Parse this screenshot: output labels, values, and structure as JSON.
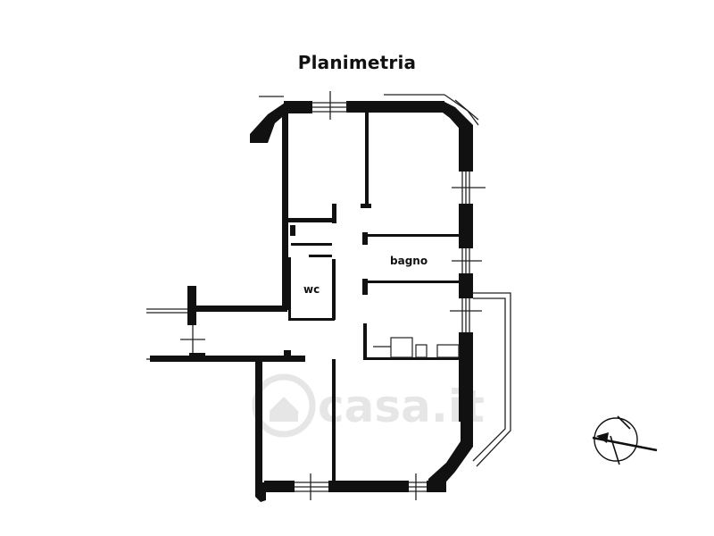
{
  "title": "Planimetria",
  "rooms": {
    "bathroom": "bagno",
    "wc": "wc"
  },
  "watermark": "casa.it",
  "colors": {
    "wall": "#111111",
    "thin_line": "#222222",
    "background": "#ffffff",
    "watermark": "#c8c8c8"
  },
  "icons": {
    "compass": "north-arrow-icon"
  }
}
